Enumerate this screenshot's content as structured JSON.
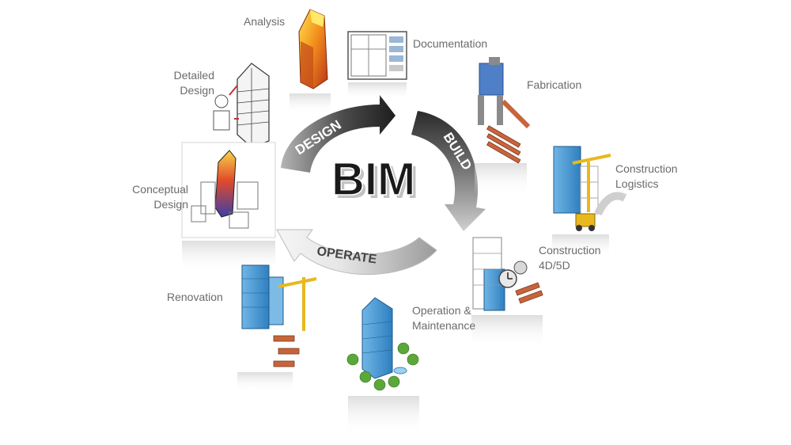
{
  "center": {
    "title": "BIM"
  },
  "cycle": {
    "design": "DESIGN",
    "build": "BUILD",
    "operate": "OPERATE"
  },
  "stages": {
    "analysis": "Analysis",
    "documentation": "Documentation",
    "fabrication": "Fabrication",
    "detailed_design_1": "Detailed",
    "detailed_design_2": "Design",
    "conceptual_design_1": "Conceptual",
    "conceptual_design_2": "Design",
    "construction_logistics_1": "Construction",
    "construction_logistics_2": "Logistics",
    "construction_4d5d_1": "Construction",
    "construction_4d5d_2": "4D/5D",
    "renovation": "Renovation",
    "operation_maintenance_1": "Operation &",
    "operation_maintenance_2": "Maintenance"
  },
  "colors": {
    "arrow_dark": "#2b2b2b",
    "arrow_mid": "#8a8a8a",
    "arrow_light": "#d9d9d9",
    "building_blue": "#4f9fd6",
    "analysis_orange": "#f28c1c",
    "crane_yellow": "#e8b81e",
    "brick": "#c8643c"
  }
}
